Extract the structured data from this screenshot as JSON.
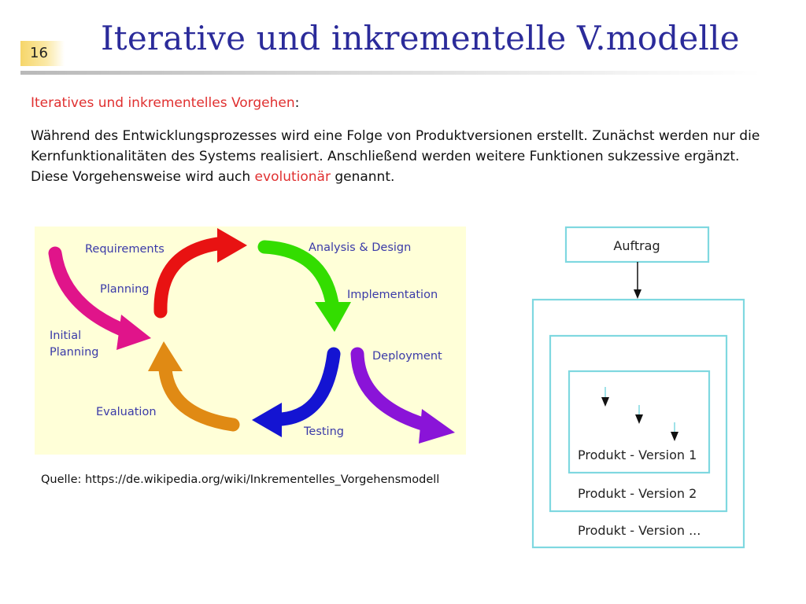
{
  "slide": {
    "number": "16",
    "title": "Iterative und inkrementelle  V.modelle"
  },
  "intro": {
    "heading": "Iteratives und inkrementelles Vorgehen",
    "heading_suffix": ":",
    "text_part1": "Während des Entwicklungsprozesses wird eine Folge von Produktversionen erstellt. Zunächst werden nur die Kernfunktionalitäten des Systems realisiert. Anschließend werden weitere Funktionen sukzessive ergänzt. Diese Vorgehensweise wird auch ",
    "text_highlight": "evolutionär",
    "text_part2": " genannt."
  },
  "cycle_diagram": {
    "labels": {
      "requirements": "Requirements",
      "planning": "Planning",
      "initial_planning_line1": "Initial",
      "initial_planning_line2": "Planning",
      "analysis_design": "Analysis & Design",
      "implementation": "Implementation",
      "deployment": "Deployment",
      "testing": "Testing",
      "evaluation": "Evaluation"
    },
    "colors": {
      "background": "#ffffd8",
      "label": "#3a3aa8",
      "magenta": "#e0148a",
      "red": "#e81212",
      "green": "#33dd00",
      "blue": "#1414d2",
      "orange": "#e08a14",
      "purple": "#8a14d8"
    }
  },
  "source": {
    "text": "Quelle: https://de.wikipedia.org/wiki/Inkrementelles_Vorgehensmodell"
  },
  "version_diagram": {
    "order_label": "Auftrag",
    "versions": [
      "Produkt - Version 1",
      "Produkt - Version 2",
      "Produkt - Version ..."
    ],
    "colors": {
      "box": "#7fd8e0",
      "arrow": "#111111"
    }
  }
}
